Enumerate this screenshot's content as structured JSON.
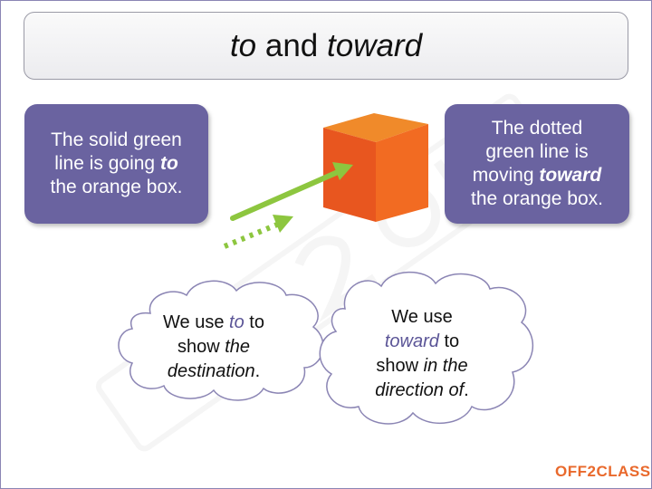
{
  "title": {
    "part1": "to",
    "part2": " and ",
    "part3": "toward"
  },
  "left_panel": {
    "line1": "The solid green",
    "line2a": "line is going ",
    "line2b": "to",
    "line3": "the orange box."
  },
  "right_panel": {
    "line1": "The dotted",
    "line2": "green line is",
    "line3a": "moving ",
    "line3b": "toward",
    "line4": "the orange box."
  },
  "cloud_left": {
    "line1a": "We use ",
    "line1b": "to",
    "line1c": " to",
    "line2a": "show ",
    "line2b": "the",
    "line3a": "destination",
    "line3b": "."
  },
  "cloud_right": {
    "line1": "We use",
    "line2a": "toward",
    "line2b": " to",
    "line3a": "show ",
    "line3b": "in the",
    "line4a": "direction of",
    "line4b": "."
  },
  "logo": {
    "part1": "OFF",
    "part2": "2",
    "part3": "CLASS"
  },
  "colors": {
    "panel": "#6a63a0",
    "accent_text": "#5b5597",
    "box_front": "#e8561f",
    "box_top": "#f08a2a",
    "box_side": "#d9451a",
    "arrow_green": "#8dc63f",
    "logo_orange": "#e9692c"
  }
}
